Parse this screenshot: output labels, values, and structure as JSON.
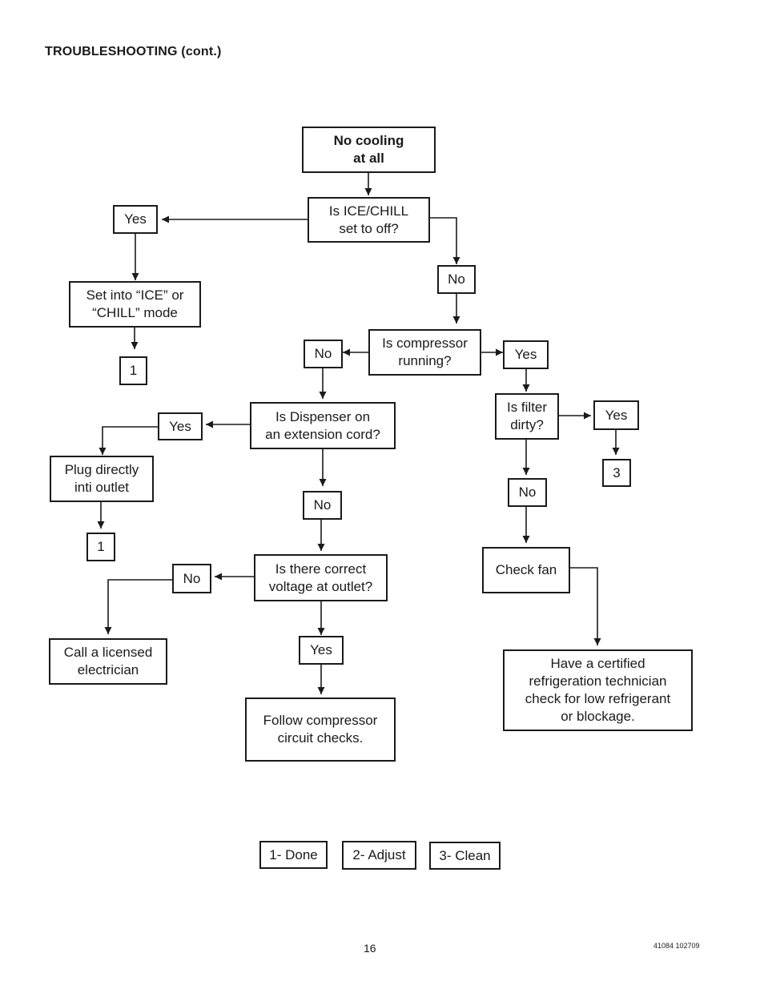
{
  "header": {
    "title": "TROUBLESHOOTING (cont.)"
  },
  "nodes": {
    "start": "No cooling\nat all",
    "q_ice_chill": "Is ICE/CHILL\nset to off?",
    "yes_1": "Yes",
    "set_mode": "Set into “ICE” or\n“CHILL” mode",
    "ref_1a": "1",
    "no_1": "No",
    "q_compressor": "Is compressor\nrunning?",
    "no_2": "No",
    "yes_2": "Yes",
    "q_dispenser": "Is Dispenser on\nan extension cord?",
    "yes_3": "Yes",
    "plug_directly": "Plug directly\ninti outlet",
    "ref_1b": "1",
    "no_3": "No",
    "q_voltage": "Is there correct\nvoltage at outlet?",
    "no_4": "No",
    "call_electrician": "Call a licensed\nelectrician",
    "yes_4": "Yes",
    "follow_checks": "Follow compressor\ncircuit checks.",
    "q_filter": "Is filter\ndirty?",
    "yes_5": "Yes",
    "ref_3": "3",
    "no_5": "No",
    "check_fan": "Check fan",
    "technician": "Have a certified\nrefrigeration technician\ncheck for low refrigerant\nor blockage."
  },
  "legend": [
    "1- Done",
    "2- Adjust",
    "3- Clean"
  ],
  "footer": {
    "page_number": "16",
    "doc_id": "41084 102709"
  }
}
